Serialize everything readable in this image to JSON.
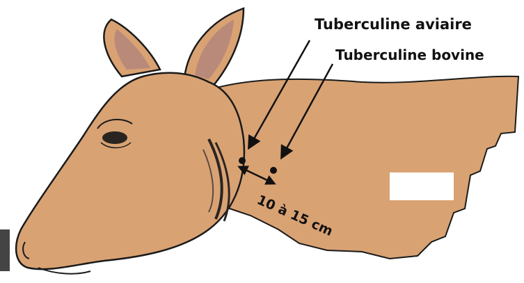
{
  "labels": {
    "avian": "Tuberculine aviaire",
    "bovine": "Tuberculine bovine",
    "distance": "10 à 15 cm"
  },
  "colors": {
    "skin": "#d9a273",
    "ear_inner": "#b98a7a",
    "outline": "#1a1a1a",
    "background": "#ffffff"
  }
}
